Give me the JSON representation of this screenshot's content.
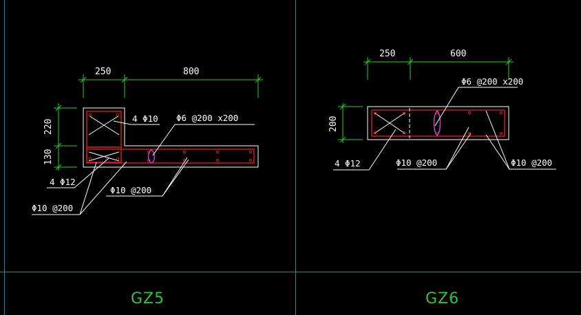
{
  "colors": {
    "background": "#000000",
    "frame": "#1f8f8a",
    "dimension": "#22d422",
    "outline": "#ffffff",
    "rebar": "#e01a1a",
    "tie": "#c040c0",
    "text": "#ffffff",
    "title": "#27c93f"
  },
  "gz5": {
    "title": "GZ5",
    "dim_top_left": "250",
    "dim_top_right": "800",
    "dim_side_upper": "220",
    "dim_side_lower": "130",
    "label_4phi10": "4 Φ10",
    "label_tie": "Φ6 @200 x200",
    "label_4phi12": "4 Φ12",
    "label_stirrup_right": "Φ10 @200",
    "label_stirrup_left": "Φ10 @200"
  },
  "gz6": {
    "title": "GZ6",
    "dim_top_left": "250",
    "dim_top_right": "600",
    "dim_side": "200",
    "label_tie": "Φ6 @200 x200",
    "label_4phi12": "4 Φ12",
    "label_stirrup_mid": "Φ10 @200",
    "label_stirrup_right": "Φ10 @200"
  }
}
